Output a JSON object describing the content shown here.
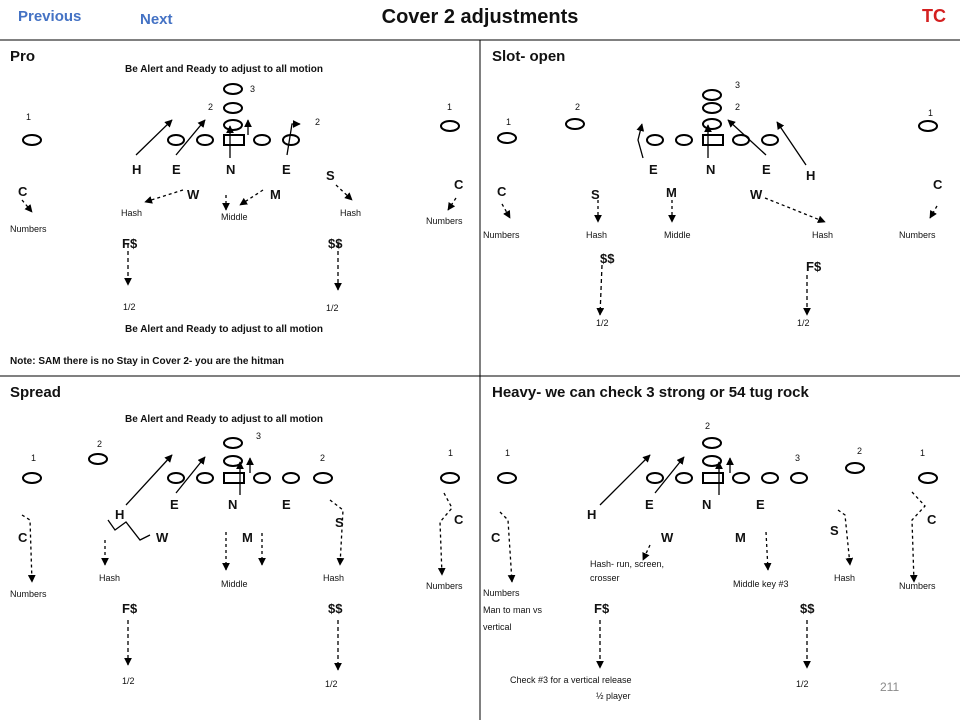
{
  "header": {
    "previous": "Previous",
    "next": "Next",
    "title": "Cover 2 adjustments",
    "tc": "TC"
  },
  "panels": {
    "pro": {
      "title": "Pro",
      "alert_top": "Be Alert and Ready to adjust to all motion",
      "alert_bottom": "Be Alert and Ready to adjust to all motion",
      "note": "Note: SAM there is no Stay in Cover 2- you are the hitman",
      "labels": {
        "n1": "1",
        "n2a": "2",
        "n3": "3",
        "n2b": "2",
        "n1b": "1",
        "H": "H",
        "E1": "E",
        "N": "N",
        "E2": "E",
        "S": "S",
        "C1": "C",
        "W": "W",
        "M": "M",
        "C2": "C",
        "hash1": "Hash",
        "middle": "Middle",
        "hash2": "Hash",
        "numbers1": "Numbers",
        "numbers2": "Numbers",
        "fs": "F$",
        "ss": "$$",
        "half1": "1/2",
        "half2": "1/2"
      }
    },
    "slot": {
      "title": "Slot- open",
      "labels": {
        "n3": "3",
        "n2a": "2",
        "n2b": "2",
        "n1a": "1",
        "n1b": "1",
        "E1": "E",
        "N": "N",
        "E2": "E",
        "H": "H",
        "C1": "C",
        "S": "S",
        "M": "M",
        "W": "W",
        "C2": "C",
        "numbers1": "Numbers",
        "hash1": "Hash",
        "middle": "Middle",
        "hash2": "Hash",
        "numbers2": "Numbers",
        "ss": "$$",
        "fs": "F$",
        "half1": "1/2",
        "half2": "1/2"
      }
    },
    "spread": {
      "title": "Spread",
      "alert_top": "Be Alert and Ready to adjust to all motion",
      "labels": {
        "n3": "3",
        "n2a": "2",
        "n1a": "1",
        "n2b": "2",
        "n1b": "1",
        "E1": "E",
        "N": "N",
        "E2": "E",
        "H": "H",
        "S": "S",
        "C1": "C",
        "W": "W",
        "M": "M",
        "C2": "C",
        "hash1": "Hash",
        "middle": "Middle",
        "hash2": "Hash",
        "numbers1": "Numbers",
        "numbers2": "Numbers",
        "fs": "F$",
        "ss": "$$",
        "half1": "1/2",
        "half2": "1/2"
      }
    },
    "heavy": {
      "title": "Heavy- we can check 3 strong or 54 tug rock",
      "labels": {
        "n2top": "2",
        "n1a": "1",
        "n3": "3",
        "n2b": "2",
        "n1b": "1",
        "E1": "E",
        "N": "N",
        "E2": "E",
        "H": "H",
        "C1": "C",
        "W": "W",
        "M": "M",
        "S": "S",
        "C2": "C",
        "hash_run": "Hash- run, screen,",
        "crosser": "crosser",
        "middle_key": "Middle key #3",
        "hash": "Hash",
        "numbers1": "Numbers",
        "man_to_man": "Man to man vs",
        "vertical": "vertical",
        "numbers2": "Numbers",
        "fs": "F$",
        "ss": "$$",
        "check3": "Check #3 for a vertical release",
        "half_player": "½ player",
        "half2": "1/2"
      }
    }
  },
  "footer": {
    "page_number": "211"
  }
}
